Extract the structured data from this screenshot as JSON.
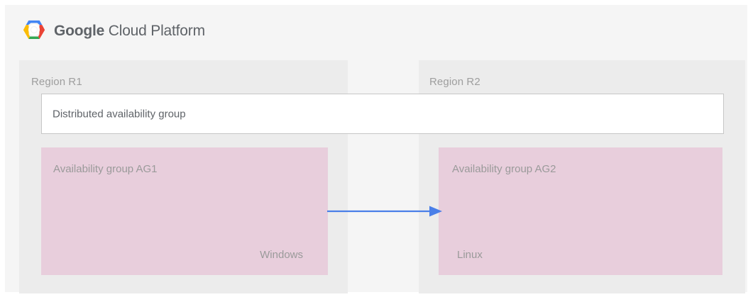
{
  "brand": {
    "logo_icon": "google-cloud-platform-hexagon-logo",
    "name_bold": "Google",
    "name_rest": " Cloud Platform"
  },
  "colors": {
    "page_background": "#ffffff",
    "panel_background": "#f5f5f5",
    "region_background": "#ececec",
    "availability_group_background": "#e8cedc",
    "dag_box_background": "#ffffff",
    "dag_box_border": "#c6c6c6",
    "arrow": "#4a7fe8",
    "label_text": "#9e9e9e",
    "body_text": "#5f6368"
  },
  "diagram": {
    "distributed_group": {
      "label": "Distributed availability group"
    },
    "regions": [
      {
        "id": "r1",
        "label": "Region R1",
        "availability_group": {
          "title": "Availability group AG1",
          "os": "Windows"
        }
      },
      {
        "id": "r2",
        "label": "Region R2",
        "availability_group": {
          "title": "Availability group AG2",
          "os": "Linux"
        }
      }
    ],
    "connector": {
      "icon": "arrow-right-icon",
      "from": "Availability group AG1",
      "to": "Availability group AG2",
      "direction": "right"
    }
  }
}
